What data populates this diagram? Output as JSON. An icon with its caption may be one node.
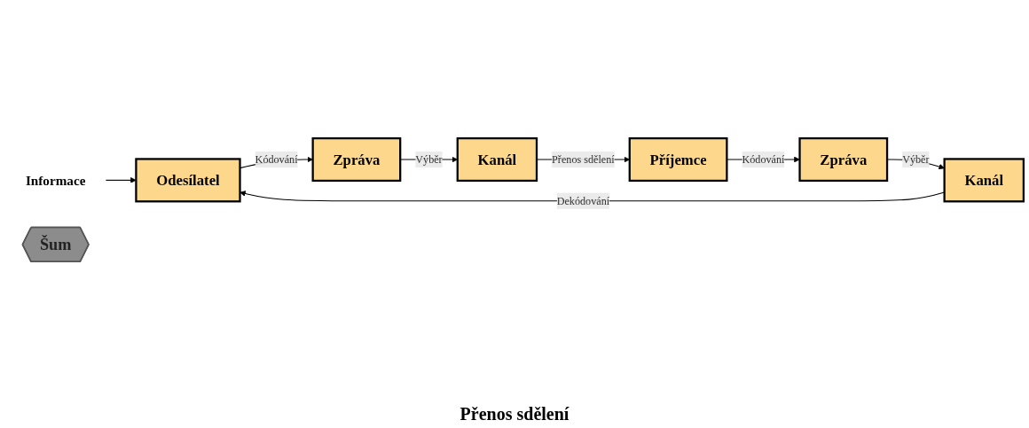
{
  "diagram": {
    "nodes": [
      {
        "text": [
          "Informace"
        ]
      },
      {
        "text": [
          "Odesílatel"
        ]
      },
      {
        "text": [
          "Zpráva"
        ]
      },
      {
        "text": [
          "Kanál"
        ]
      },
      {
        "text": [
          "Příjemce"
        ]
      },
      {
        "text": [
          "Zpráva"
        ]
      },
      {
        "text": [
          "Kanál"
        ]
      },
      {
        "text": [
          "Šum"
        ]
      }
    ],
    "edges": [
      {
        "from": 0,
        "to": 1,
        "arrow": "to"
      },
      {
        "from": 1,
        "to": 2,
        "arrow": "to",
        "label": "Kódování"
      },
      {
        "from": 2,
        "to": 3,
        "arrow": "to",
        "label": "Výběr"
      },
      {
        "from": 3,
        "to": 4,
        "arrow": "to",
        "label": "Přenos sdělení"
      },
      {
        "from": 4,
        "to": 5,
        "arrow": "to",
        "label": "Kódování"
      },
      {
        "from": 5,
        "to": 6,
        "arrow": "to",
        "label": "Výběr"
      },
      {
        "from": 6,
        "to": 1,
        "arrow": "to",
        "label": "Dekódování"
      }
    ],
    "labels": [
      "Přenos sdělení"
    ]
  }
}
